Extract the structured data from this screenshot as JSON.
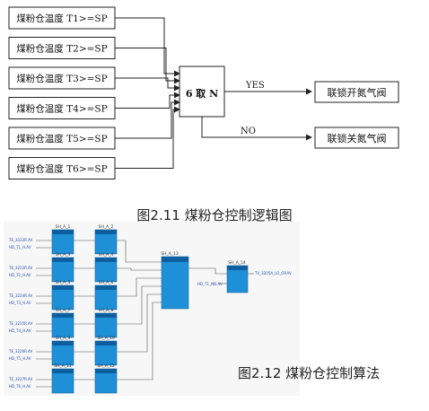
{
  "logic": {
    "inputs": [
      "煤粉仓温度 T1>=SP",
      "煤粉仓温度 T2>=SP",
      "煤粉仓温度 T3>=SP",
      "煤粉仓温度 T4>=SP",
      "煤粉仓温度 T5>=SP",
      "煤粉仓温度 T6>=SP"
    ],
    "gate_label": "6 取 N",
    "yes_label": "YES",
    "no_label": "NO",
    "out_yes": "联锁开氮气阀",
    "out_no": "联锁关氮气阀",
    "caption": "图2.11 煤粉仓控制逻辑图"
  },
  "algo": {
    "rows": [
      {
        "ai_title": "SH_A_1",
        "tag1": "TE_3222R.AV",
        "tag2": "HD_T1_H.AV",
        "ton_title": "SH_A_2"
      },
      {
        "ai_title": "SH_A_3",
        "tag1": "TE_3222R.AV",
        "tag2": "HD_T2_H.AV",
        "ton_title": "SH_A_4"
      },
      {
        "ai_title": "SH_A_5",
        "tag1": "TE_3224R.AV",
        "tag2": "HD_T3_H.AV",
        "ton_title": "SH_A_6"
      },
      {
        "ai_title": "SH_A_7",
        "tag1": "TE_3225R.AV",
        "tag2": "HD_T4_H.AV",
        "ton_title": "SH_A_8"
      },
      {
        "ai_title": "SH_A_9",
        "tag1": "TE_3226R.AV",
        "tag2": "HD_T5_H.AV",
        "ton_title": "SH_A_10"
      },
      {
        "ai_title": "SH_A_11",
        "tag1": "TE_3227R.AV",
        "tag2": "HD_T6_H.AV",
        "ton_title": "SH_A_12"
      }
    ],
    "sel_title": "SH_A_13",
    "out_title": "SH_A_14",
    "out_tag": "TV_3205A_LO_OP.AV",
    "sp_tag": "HD_T1_NN.AV",
    "caption": "图2.12 煤粉仓控制算法"
  }
}
